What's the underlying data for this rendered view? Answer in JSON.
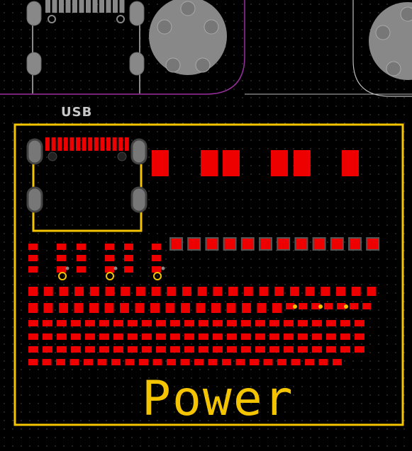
{
  "canvas": {
    "background": "#000000",
    "grid_dots": true
  },
  "labels": {
    "usb": "USB",
    "power": "Power"
  },
  "colors": {
    "silkscreen": "#f5c400",
    "pad": "#ee0000",
    "drill": "#888888",
    "outline_purple": "#9a2fa0",
    "outline_gray": "#bbbbbb",
    "label_gray": "#c8c8c8"
  },
  "components": {
    "usb_connector": "usb-c-receptacle",
    "power_region": "power-section-outline",
    "upper_left_connector": "usb-footprint-top",
    "upper_buttons": [
      "round-knob-1",
      "round-knob-2"
    ]
  }
}
